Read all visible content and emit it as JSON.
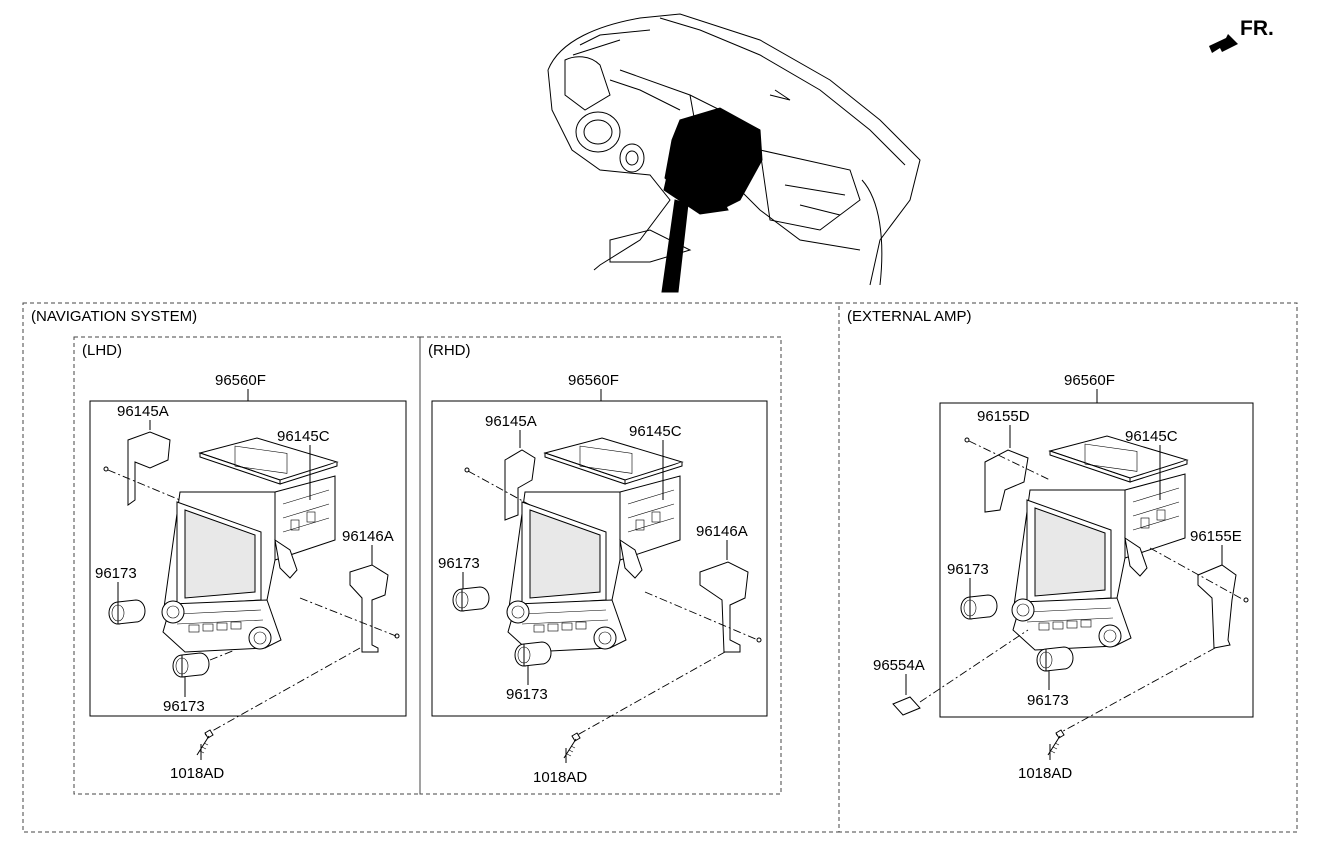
{
  "orientation": {
    "label": "FR.",
    "icon": "front-direction-arrow-icon"
  },
  "sections": {
    "navigation": {
      "title": "(NAVIGATION SYSTEM)",
      "lhd": {
        "title": "(LHD)",
        "unit": "96560F",
        "bracket_left": "96145A",
        "cover": "96145C",
        "bracket_right": "96146A",
        "knob_upper": "96173",
        "knob_lower": "96173",
        "screw": "1018AD"
      },
      "rhd": {
        "title": "(RHD)",
        "unit": "96560F",
        "bracket_left": "96145A",
        "cover": "96145C",
        "bracket_right": "96146A",
        "knob_upper": "96173",
        "knob_lower": "96173",
        "screw": "1018AD"
      }
    },
    "external_amp": {
      "title": "(EXTERNAL AMP)",
      "unit": "96560F",
      "bracket_left": "96155D",
      "cover": "96145C",
      "bracket_right": "96155E",
      "knob_upper": "96173",
      "knob_lower": "96173",
      "card": "96554A",
      "screw": "1018AD"
    }
  }
}
